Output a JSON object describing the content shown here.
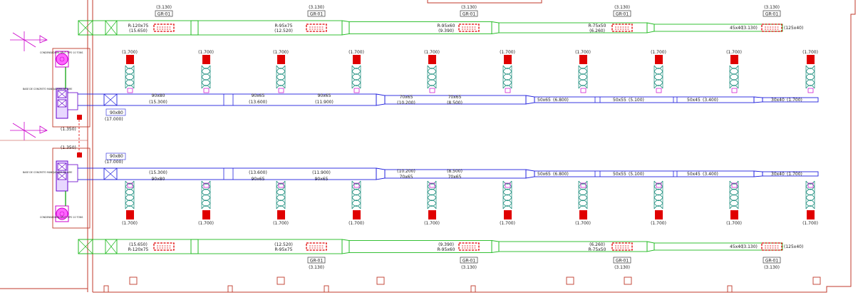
{
  "colors": {
    "background": "#ffffff",
    "wall": "#c0392b",
    "return_duct": "#22bb22",
    "supply_duct": "#2222dd",
    "diffuser": "#e00000",
    "flex_duct": "#118877",
    "equipment": "#cc00cc",
    "text": "#1a1a1a"
  },
  "top_return": {
    "grilles": [
      {
        "tag": "GR-01",
        "value": "(3.130)"
      },
      {
        "tag": "GR-01",
        "value": "(3.130)"
      },
      {
        "tag": "GR-01",
        "value": "(3.130)"
      },
      {
        "tag": "GR-01",
        "value": "(3.130)"
      },
      {
        "tag": "GR-01",
        "value": "(3.130)"
      }
    ],
    "segments": [
      {
        "size": "R-120x75",
        "flow": "(15.650)"
      },
      {
        "size": "R-95x75",
        "flow": "(12.520)"
      },
      {
        "size": "R-95x60",
        "flow": "(9.390)"
      },
      {
        "size": "R-75x50",
        "flow": "(6.260)"
      },
      {
        "size": "45x40",
        "flow": "(3.130)"
      }
    ],
    "end_size": "(125x40)"
  },
  "bottom_return": {
    "grilles": [
      {
        "tag": "GR-01",
        "value": "(3.130)"
      },
      {
        "tag": "GR-01",
        "value": "(3.130)"
      },
      {
        "tag": "GR-01",
        "value": "(3.130)"
      },
      {
        "tag": "GR-01",
        "value": "(3.130)"
      }
    ],
    "segments": [
      {
        "size": "R-120x75",
        "flow": "(15.650)"
      },
      {
        "size": "R-95x75",
        "flow": "(12.520)"
      },
      {
        "size": "R-95x60",
        "flow": "(9.390)"
      },
      {
        "size": "R-75x50",
        "flow": "(6.260)"
      },
      {
        "size": "45x40",
        "flow": "(3.130)"
      }
    ],
    "end_size": "(125x40)"
  },
  "top_supply": {
    "diffuser_flow": "(1.700)",
    "riser_size": "90x80",
    "riser_flow": "(17.000)",
    "riser_mark": "(1.350)",
    "segments": [
      {
        "size": "90x80",
        "flow": "(15.300)"
      },
      {
        "size": "90x65",
        "flow": "(13.600)"
      },
      {
        "size": "90x65",
        "flow": "(11.900)"
      },
      {
        "size": "70x65",
        "flow": "(10.200)"
      },
      {
        "size": "70x65",
        "flow": "(8.500)"
      },
      {
        "size": "50x65",
        "flow": "(6.800)"
      },
      {
        "size": "50x55",
        "flow": "(5.100)"
      },
      {
        "size": "50x45",
        "flow": "(3.400)"
      },
      {
        "size": "30x40",
        "flow": "(1.700)"
      }
    ]
  },
  "bottom_supply": {
    "diffuser_flow": "(1.700)",
    "riser_size": "90x80",
    "riser_flow": "(17.000)",
    "riser_mark": "(1.350)",
    "segments": [
      {
        "size": "90x80",
        "flow": "(15.300)"
      },
      {
        "size": "90x65",
        "flow": "(13.600)"
      },
      {
        "size": "90x65",
        "flow": "(11.900)"
      },
      {
        "size": "70x65",
        "flow": "(10.200)"
      },
      {
        "size": "70x65",
        "flow": "(8.500)"
      },
      {
        "size": "50x65",
        "flow": "(6.800)"
      },
      {
        "size": "50x55",
        "flow": "(5.100)"
      },
      {
        "size": "50x45",
        "flow": "(3.400)"
      },
      {
        "size": "30x40",
        "flow": "(1.700)"
      }
    ]
  },
  "equipment": {
    "unit_top_label": "CONDENSADORA SPLIT TIPO 10 TONS",
    "unit_bottom_label": "CONDENSADORA SPLIT TIPO 10 TONS",
    "box_top_label": "BASE DE CONCRETO MANEJADORA DE AIRE",
    "box_bottom_label": "BASE DE CONCRETO MANEJADORA DE AIRE"
  }
}
